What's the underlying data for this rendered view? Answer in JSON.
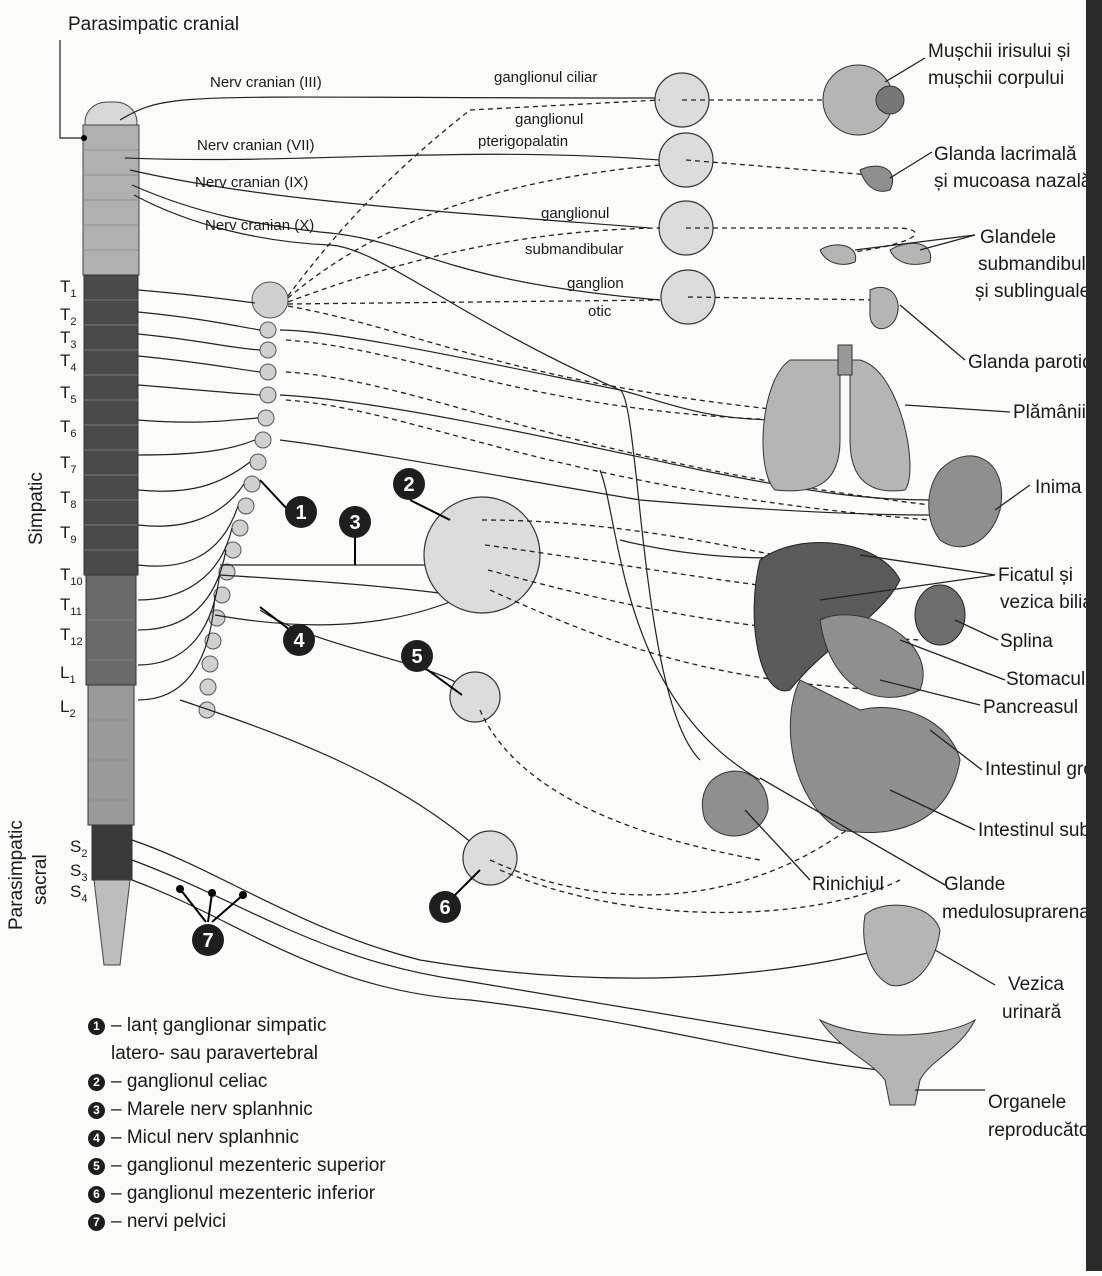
{
  "diagram": {
    "section_labels": {
      "parasympathetic_cranial": "Parasimpatic cranial",
      "sympathetic": "Simpatic",
      "parasympathetic_sacral_line1": "Parasimpatic",
      "parasympathetic_sacral_line2": "sacral"
    },
    "cranial_nerves": [
      "Nerv cranian (III)",
      "Nerv cranian (VII)",
      "Nerv cranian (IX)",
      "Nerv cranian (X)"
    ],
    "cranial_ganglia": {
      "ciliary": "ganglionul ciliar",
      "pterygopalatine_1": "ganglionul",
      "pterygopalatine_2": "pterigopalatin",
      "submandibular_1": "ganglionul",
      "submandibular_2": "submandibular",
      "otic_1": "ganglion",
      "otic_2": "otic"
    },
    "spinal_levels": {
      "thoracic": [
        "T1",
        "T2",
        "T3",
        "T4",
        "T5",
        "T6",
        "T7",
        "T8",
        "T9",
        "T10",
        "T11",
        "T12"
      ],
      "lumbar": [
        "L1",
        "L2"
      ],
      "sacral": [
        "S2",
        "S3",
        "S4"
      ],
      "letter_T": "T",
      "letter_L": "L",
      "letter_S": "S",
      "thoracic_sub": [
        "1",
        "2",
        "3",
        "4",
        "5",
        "6",
        "7",
        "8",
        "9",
        "10",
        "11",
        "12"
      ],
      "lumbar_sub": [
        "1",
        "2"
      ],
      "sacral_sub": [
        "2",
        "3",
        "4"
      ]
    },
    "organs": {
      "iris_1": "Mușchii irisului și",
      "iris_2": "mușchii corpului",
      "lacrimal_1": "Glanda lacrimală",
      "lacrimal_2": "și mucoasa nazală",
      "submand_1": "Glandele",
      "submand_2": "submandibulare",
      "submand_3": "și sublinguale",
      "parotid": "Glanda parotidă",
      "lungs": "Plămânii",
      "heart": "Inima",
      "liver_1": "Ficatul și",
      "liver_2": "vezica biliară",
      "spleen": "Splina",
      "stomach": "Stomacul",
      "pancreas": "Pancreasul",
      "large_int": "Intestinul gros",
      "small_int": "Intestinul subțire",
      "kidney": "Rinichiul",
      "adrenal_1": "Glande",
      "adrenal_2": "medulosuprarenale",
      "bladder_1": "Vezica",
      "bladder_2": "urinară",
      "repro_1": "Organele",
      "repro_2": "reproducătoare"
    },
    "badges": [
      "1",
      "2",
      "3",
      "4",
      "5",
      "6",
      "7"
    ]
  },
  "legend": [
    {
      "num": "1",
      "text": "– lanț ganglionar simpatic\nlatero- sau paravertebral"
    },
    {
      "num": "2",
      "text": "– ganglionul celiac"
    },
    {
      "num": "3",
      "text": "– Marele nerv splanhnic"
    },
    {
      "num": "4",
      "text": "– Micul nerv splanhnic"
    },
    {
      "num": "5",
      "text": "– ganglionul mezenteric superior"
    },
    {
      "num": "6",
      "text": "– ganglionul mezenteric inferior"
    },
    {
      "num": "7",
      "text": "– nervi pelvici"
    }
  ],
  "colors": {
    "spine_dark": "#3a3a3a",
    "spine_mid": "#6e6e6e",
    "spine_light": "#c9c9c9",
    "ganglion": "#dcdcdc"
  }
}
